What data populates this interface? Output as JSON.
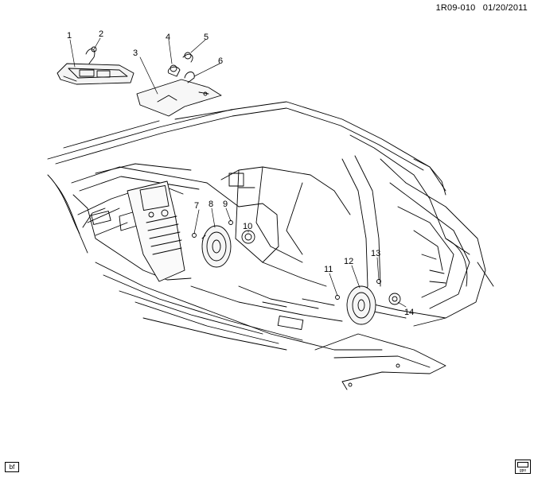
{
  "header": {
    "code": "1R09-010",
    "date": "01/20/2011"
  },
  "footer": {
    "left_tag": "bf",
    "logo_text": "gpo"
  },
  "callouts": [
    "1",
    "2",
    "3",
    "4",
    "5",
    "6",
    "7",
    "8",
    "9",
    "10",
    "11",
    "12",
    "13",
    "14"
  ]
}
